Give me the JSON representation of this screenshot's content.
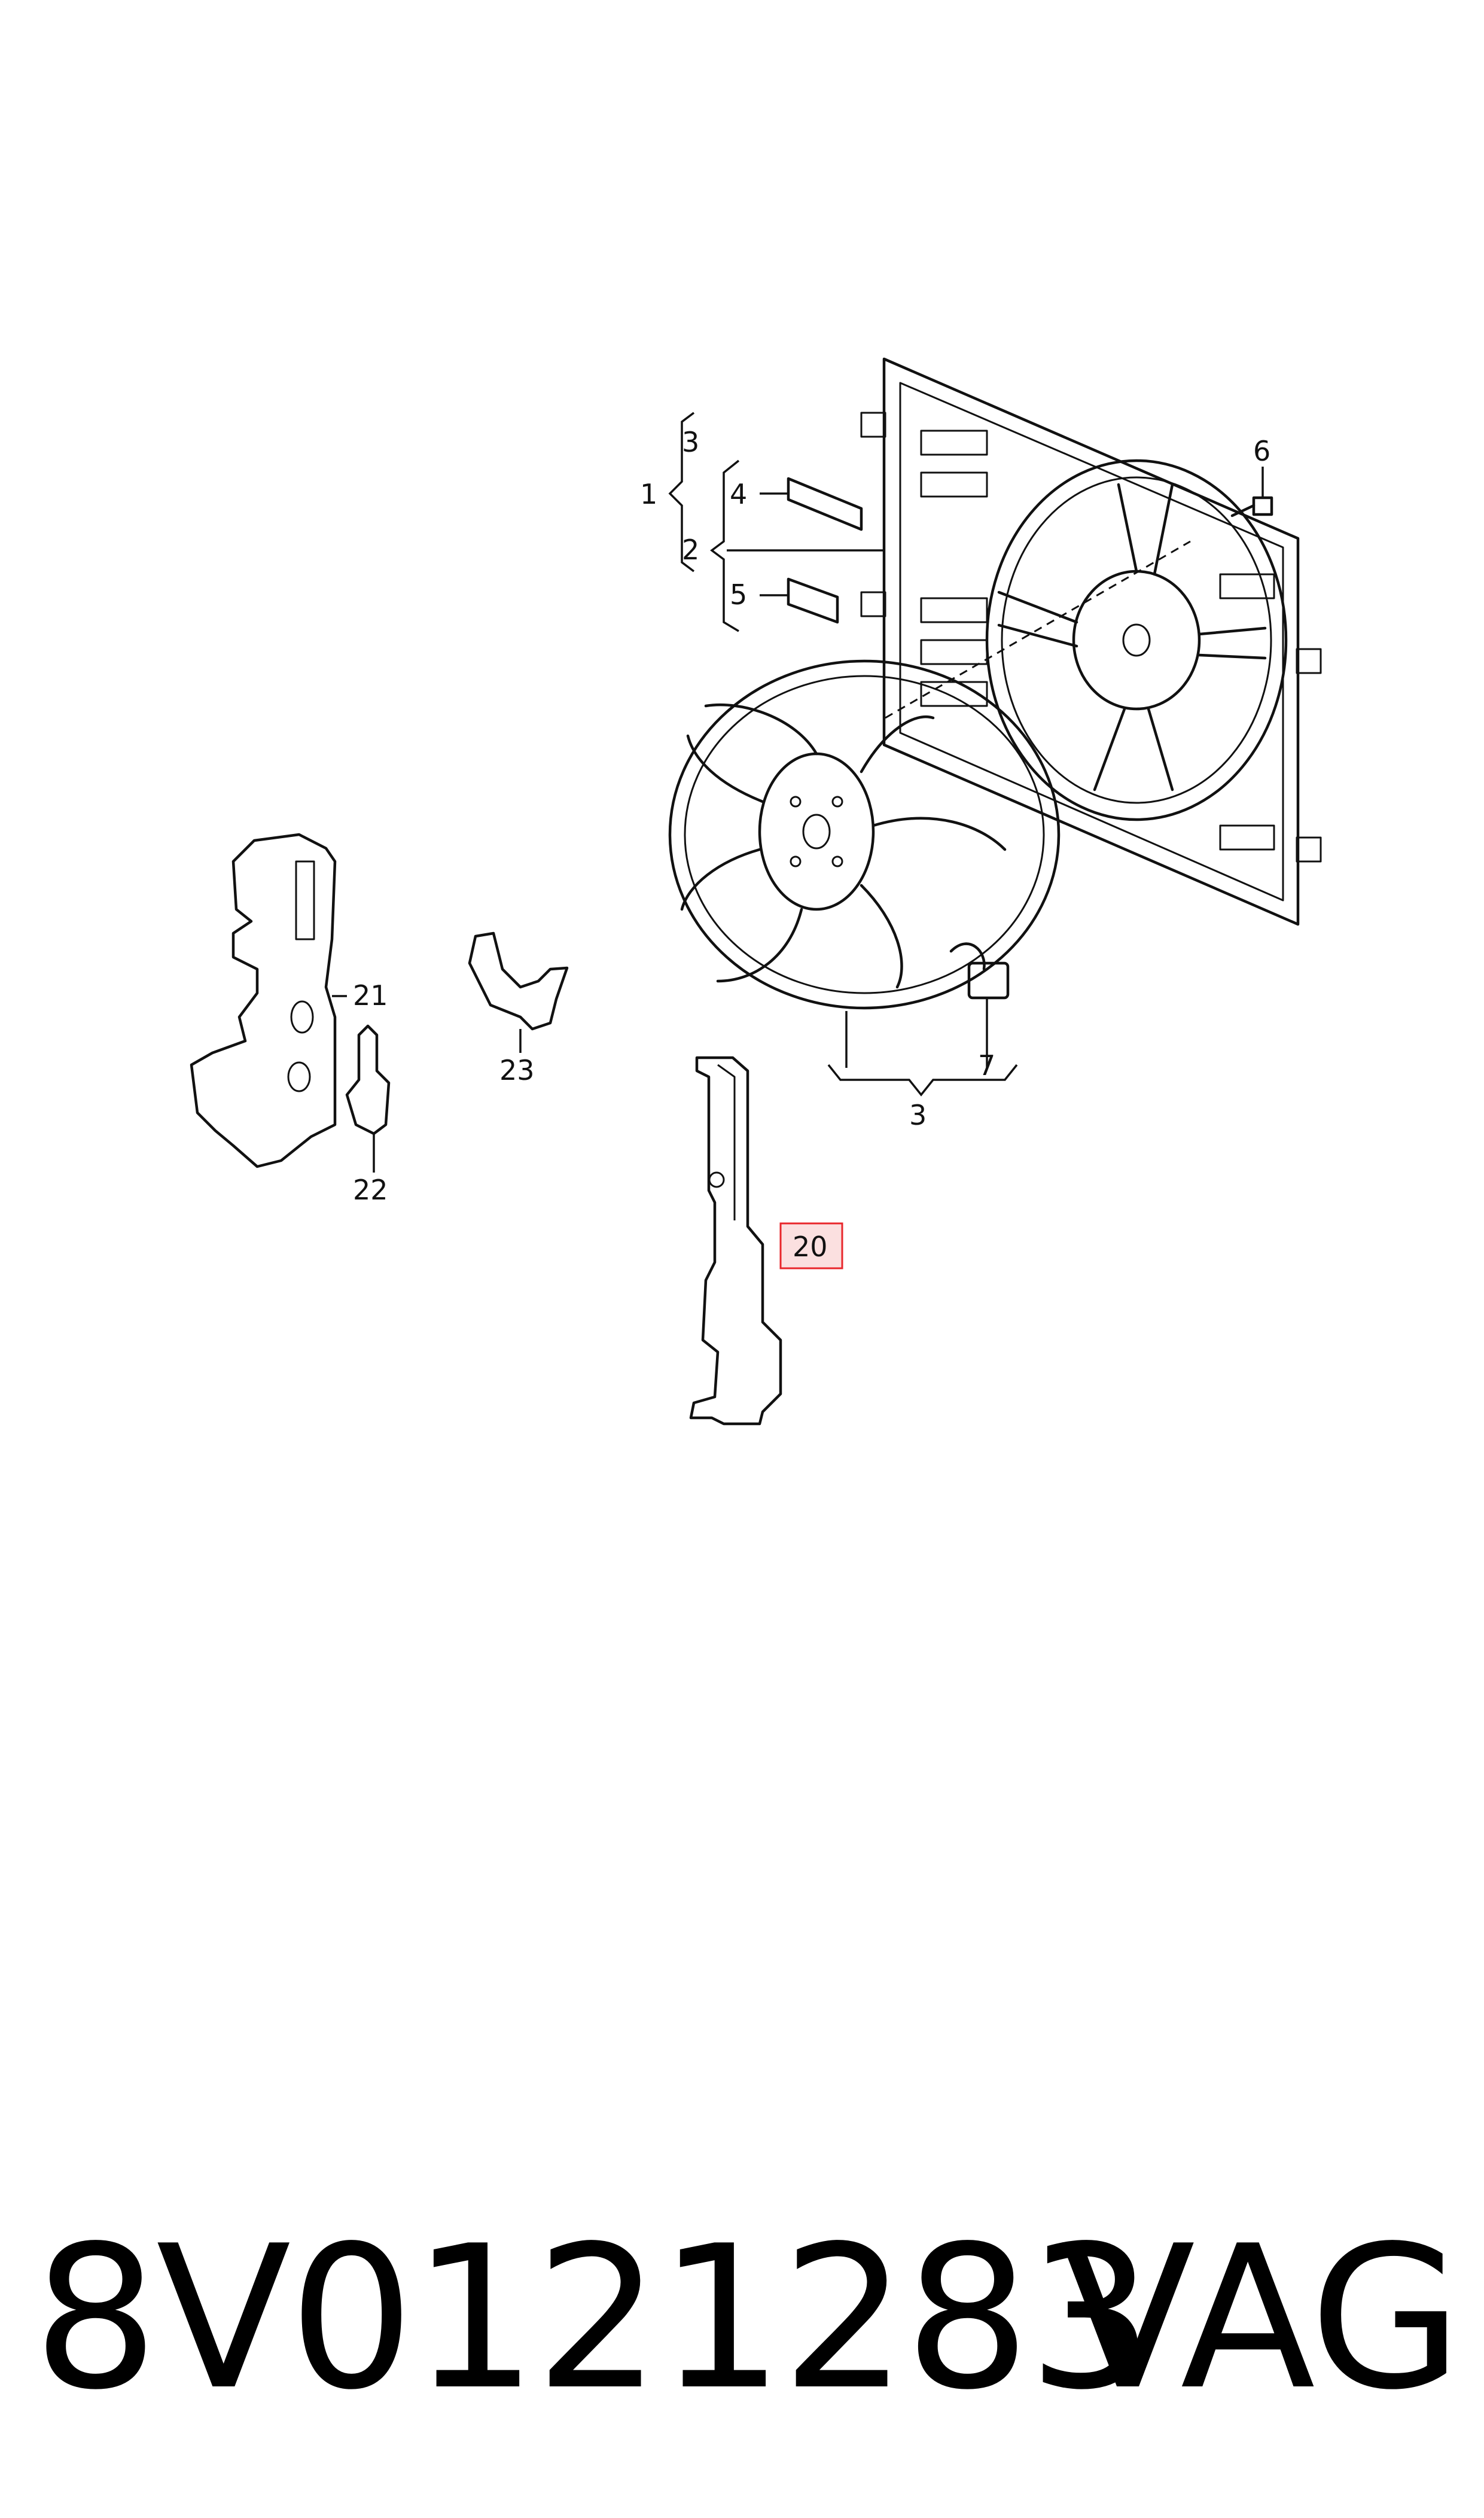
{
  "callouts": {
    "c1": "1",
    "c2": "2",
    "c3_top": "3",
    "c3_bottom": "3",
    "c4": "4",
    "c5": "5",
    "c6": "6",
    "c7": "7",
    "c20": "20",
    "c21": "21",
    "c22": "22",
    "c23": "23"
  },
  "highlight_color": "#e8262b",
  "highlight_fill": "#fbe0e0",
  "caption": {
    "part_number": "8V0121283",
    "brand": "VAG"
  }
}
